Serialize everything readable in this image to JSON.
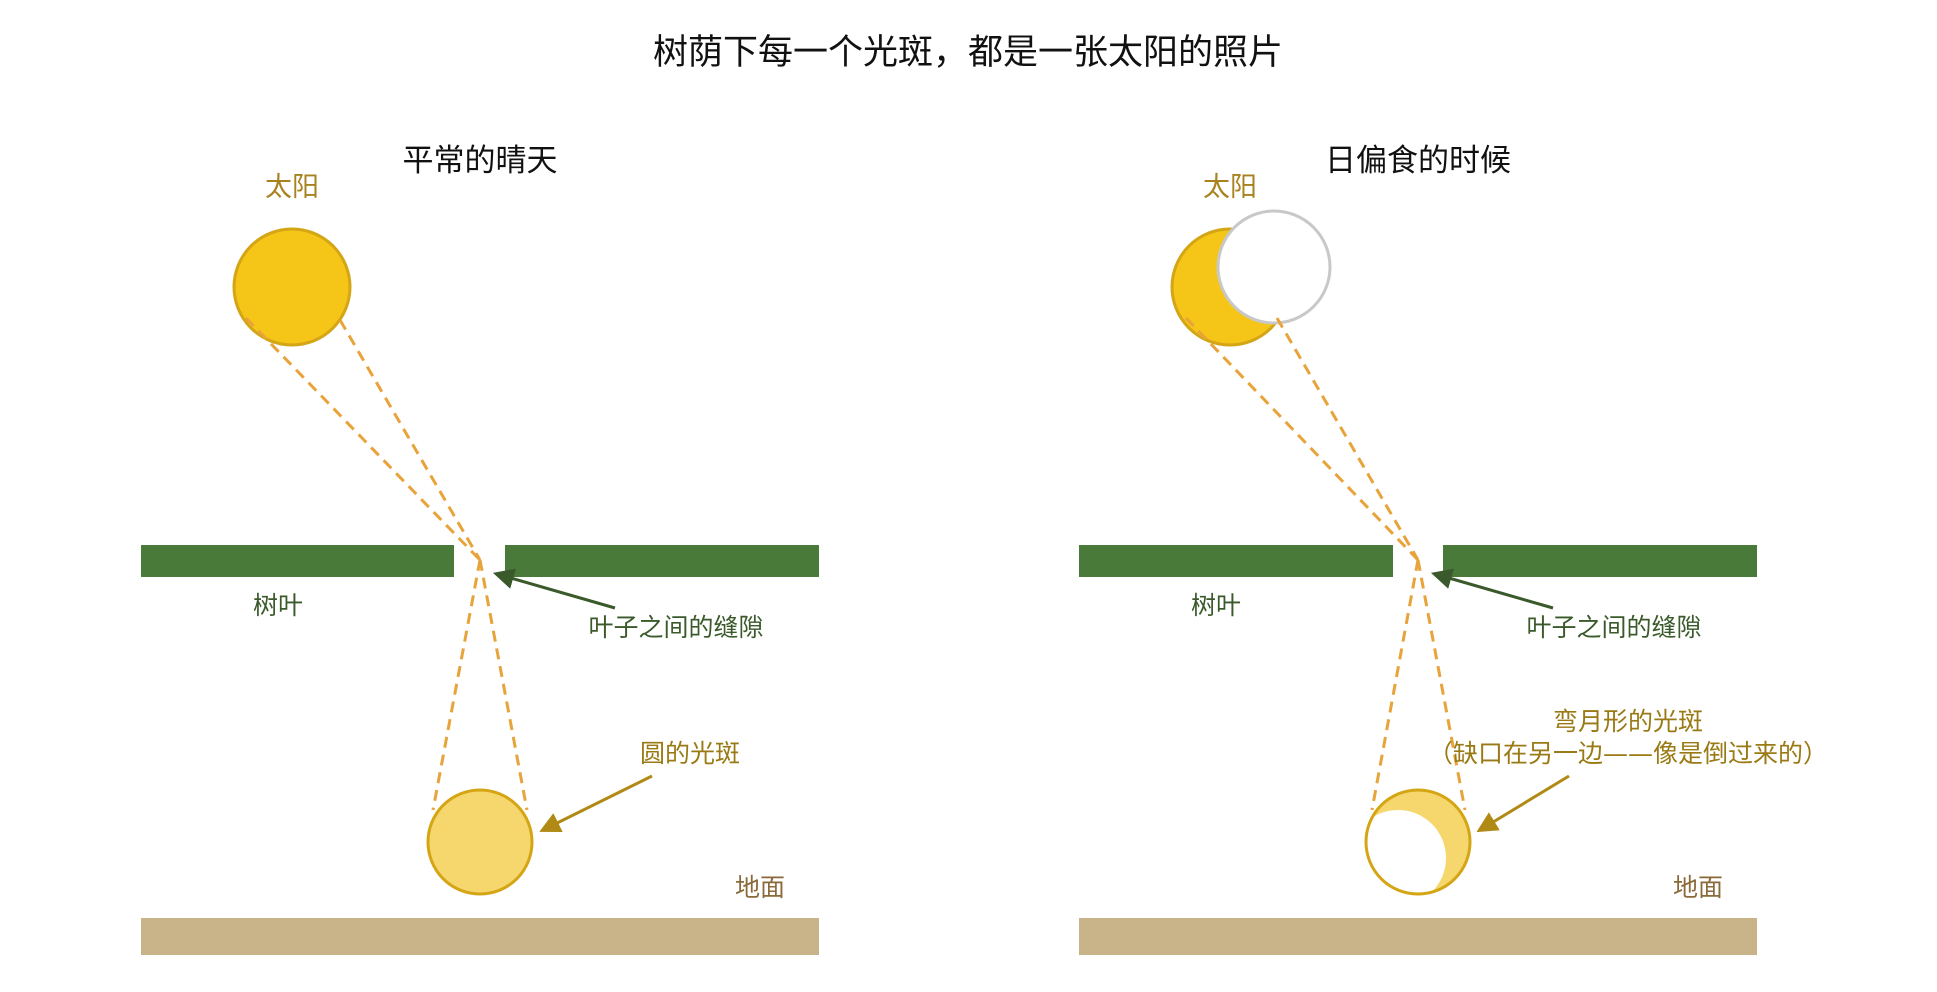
{
  "title": "树荫下每一个光斑，都是一张太阳的照片",
  "panels": [
    {
      "subtitle": "平常的晴天",
      "sun_label": "太阳",
      "leaf_label": "树叶",
      "gap_label": "叶子之间的缝隙",
      "spot_label": "圆的光斑",
      "ground_label": "地面"
    },
    {
      "subtitle": "日偏食的时候",
      "sun_label": "太阳",
      "leaf_label": "树叶",
      "gap_label": "叶子之间的缝隙",
      "spot_label_line1": "弯月形的光斑",
      "spot_label_line2": "（缺口在另一边——像是倒过来的）",
      "ground_label": "地面"
    }
  ],
  "colors": {
    "sun": "#f5c518",
    "sun_outline": "#d4a514",
    "moon": "#ffffff",
    "moon_outline": "#c8c8c8",
    "leaf": "#4a7a3a",
    "ground": "#c9b48a",
    "light_spot": "#f6d76e",
    "ray": "#e8a33a",
    "gap_arrow": "#3b5a2b",
    "spot_arrow": "#b08a14"
  }
}
